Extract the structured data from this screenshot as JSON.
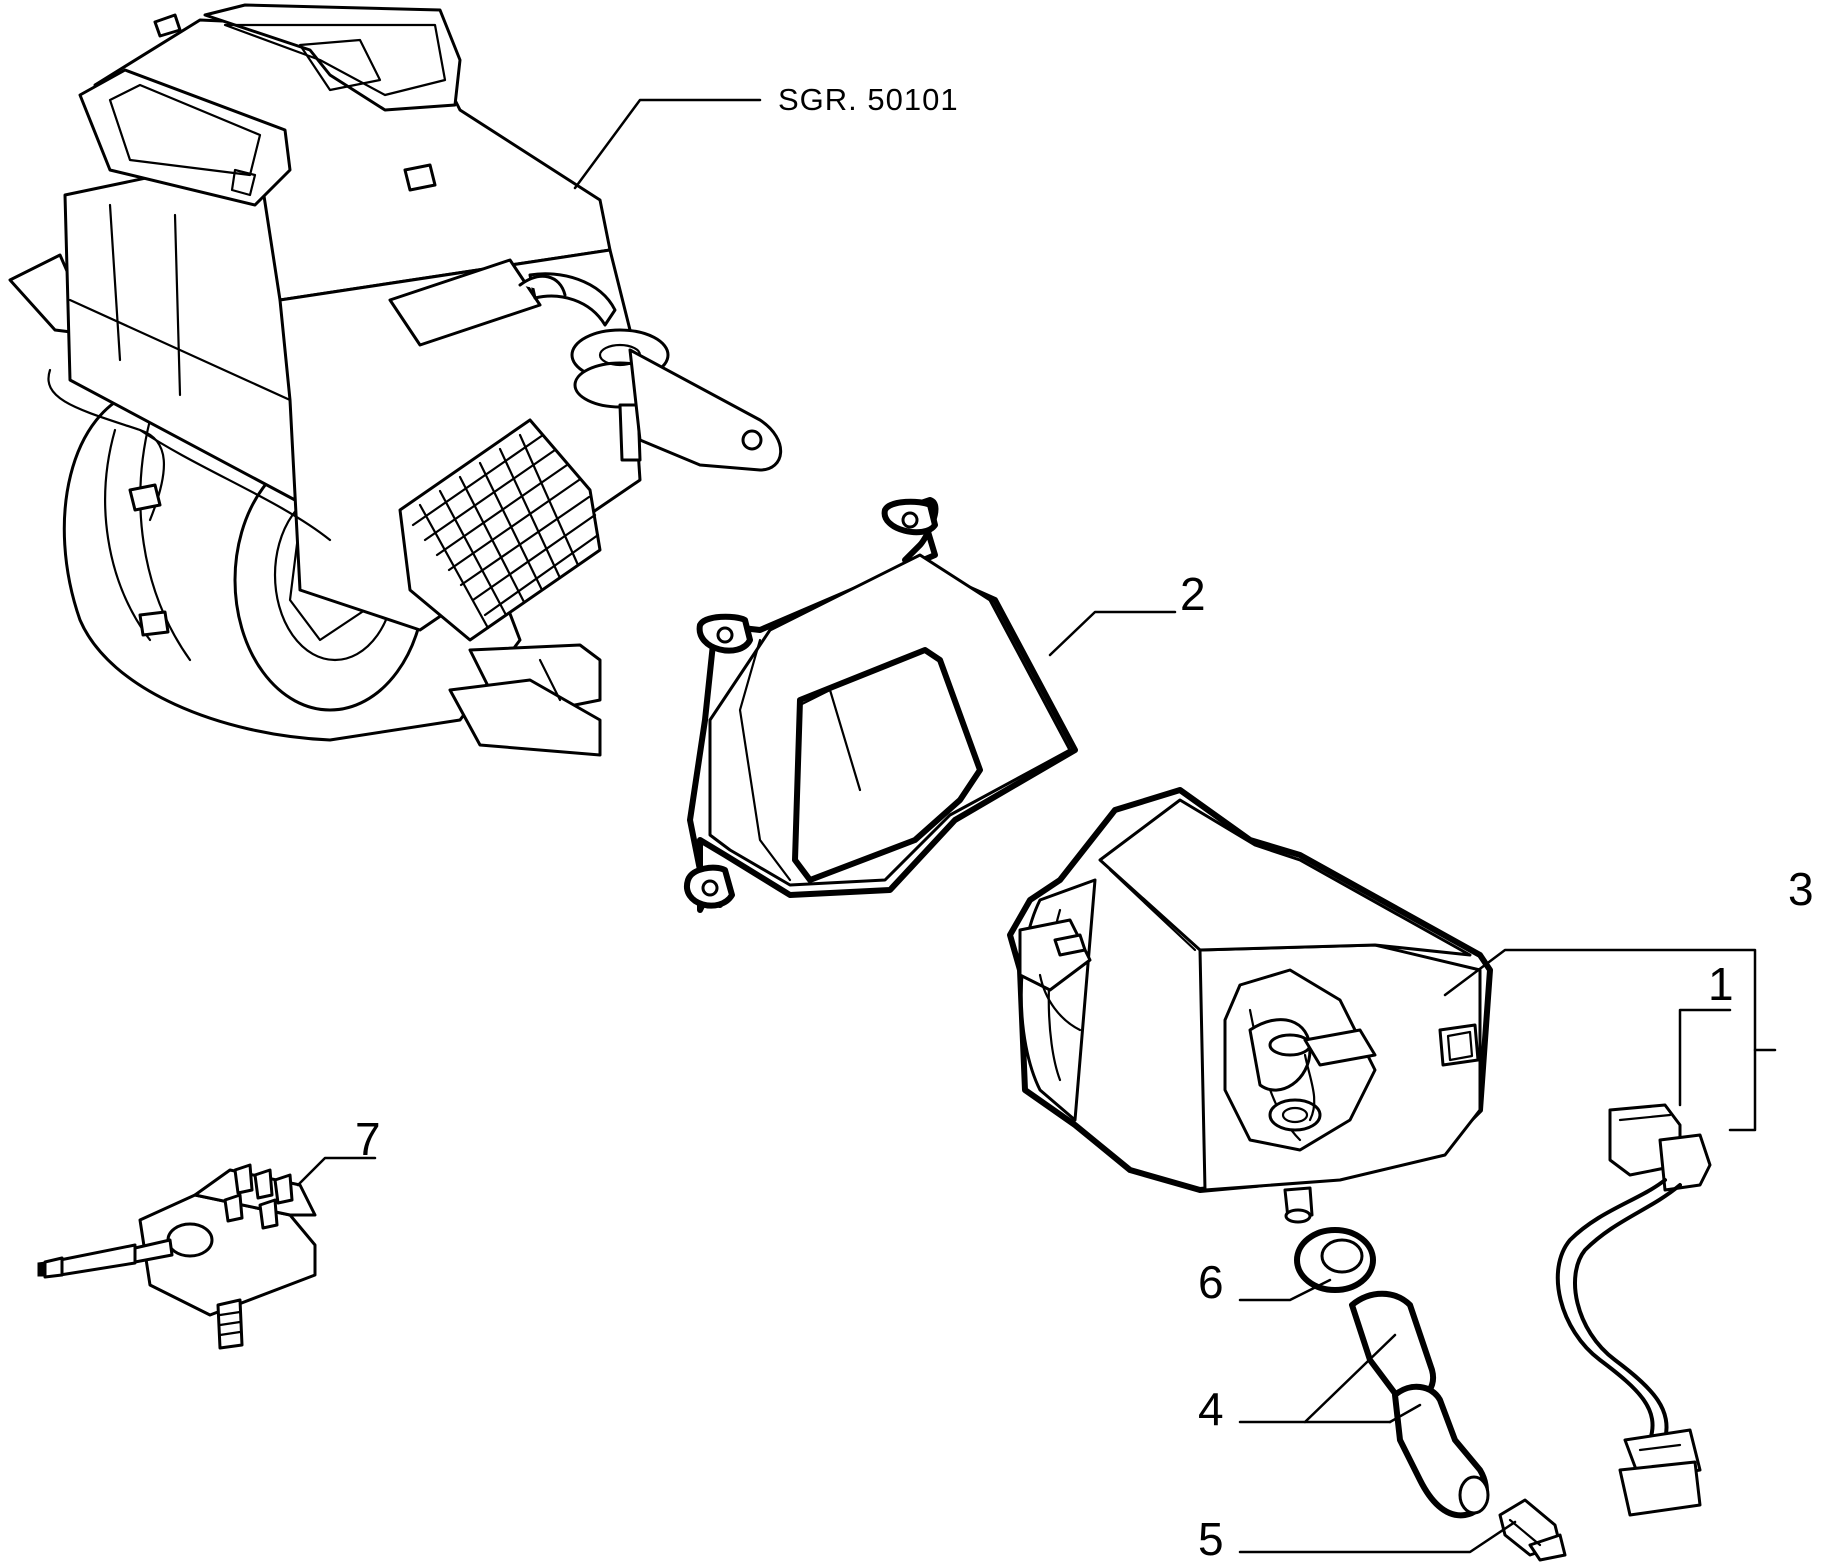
{
  "reference_label": "SGR. 50101",
  "callouts": [
    {
      "id": "1",
      "text": "1"
    },
    {
      "id": "2",
      "text": "2"
    },
    {
      "id": "3",
      "text": "3"
    },
    {
      "id": "4",
      "text": "4"
    },
    {
      "id": "5",
      "text": "5"
    },
    {
      "id": "6",
      "text": "6"
    },
    {
      "id": "7",
      "text": "7"
    }
  ],
  "colors": {
    "line": "#000000",
    "background": "#ffffff"
  }
}
